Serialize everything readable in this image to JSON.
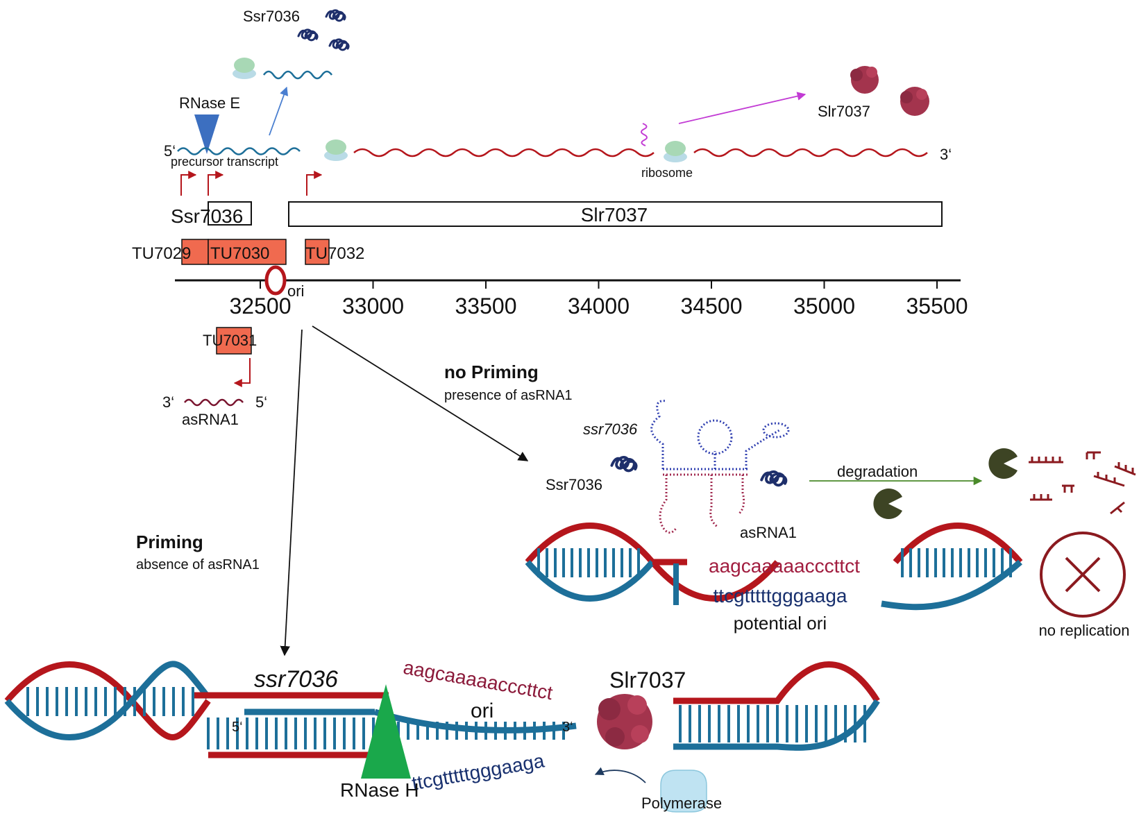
{
  "colors": {
    "dna_red": "#b5161c",
    "dna_blue": "#1d6f99",
    "rna_maroon": "#7a1630",
    "seq_navy": "#18306e",
    "tu_orange": "#f06a4f",
    "rnase_e_blue": "#3c6fc0",
    "rnase_h_green": "#1aa84b",
    "protein_navy": "#1e2f6b",
    "slr_protein": "#a3344d",
    "degrader": "#3d4424",
    "arrow_magenta": "#c23bd4",
    "arrow_green": "#4a8a2a",
    "arrow_blue": "#4a7fd0"
  },
  "top": {
    "ssr7036_protein_label": "Ssr7036",
    "rnase_e_label": "RNase E",
    "five_prime": "5‘",
    "three_prime": "3‘",
    "precursor_label": "precursor transcript",
    "ribosome_label": "ribosome",
    "slr7037_protein_label": "Slr7037"
  },
  "genes": {
    "ssr7036": "Ssr7036",
    "slr7037": "Slr7037"
  },
  "tus": {
    "tu7029": "TU7029",
    "tu7030": "TU7030",
    "tu7032": "TU7032",
    "tu7031": "TU7031"
  },
  "axis": {
    "ori_label": "ori",
    "ticks": [
      "32500",
      "33000",
      "33500",
      "34000",
      "34500",
      "35000",
      "35500"
    ]
  },
  "asrna": {
    "three_prime": "3‘",
    "five_prime": "5‘",
    "label": "asRNA1"
  },
  "no_priming": {
    "title": "no Priming",
    "subtitle": "presence of asRNA1",
    "ssr_italic": "ssr7036",
    "ssr_protein": "Ssr7036",
    "asrna_label": "asRNA1",
    "degradation_label": "degradation",
    "seq_top": "aagcaaaaacccttct",
    "seq_bottom": "ttcgtttttgggaaga",
    "ori_label": "potential ori",
    "no_replication_label": "no replication"
  },
  "priming": {
    "title": "Priming",
    "subtitle": "absence of asRNA1",
    "ssr_italic": "ssr7036",
    "seq_top": "aagcaaaaacccttct",
    "ori_label": "ori",
    "slr_label": "Slr7037",
    "five_prime": "5‘",
    "three_prime": "3‘",
    "seq_bottom": "ttcgtttttgggaaga",
    "rnase_h_label": "RNase H",
    "polymerase_label": "Polymerase"
  }
}
